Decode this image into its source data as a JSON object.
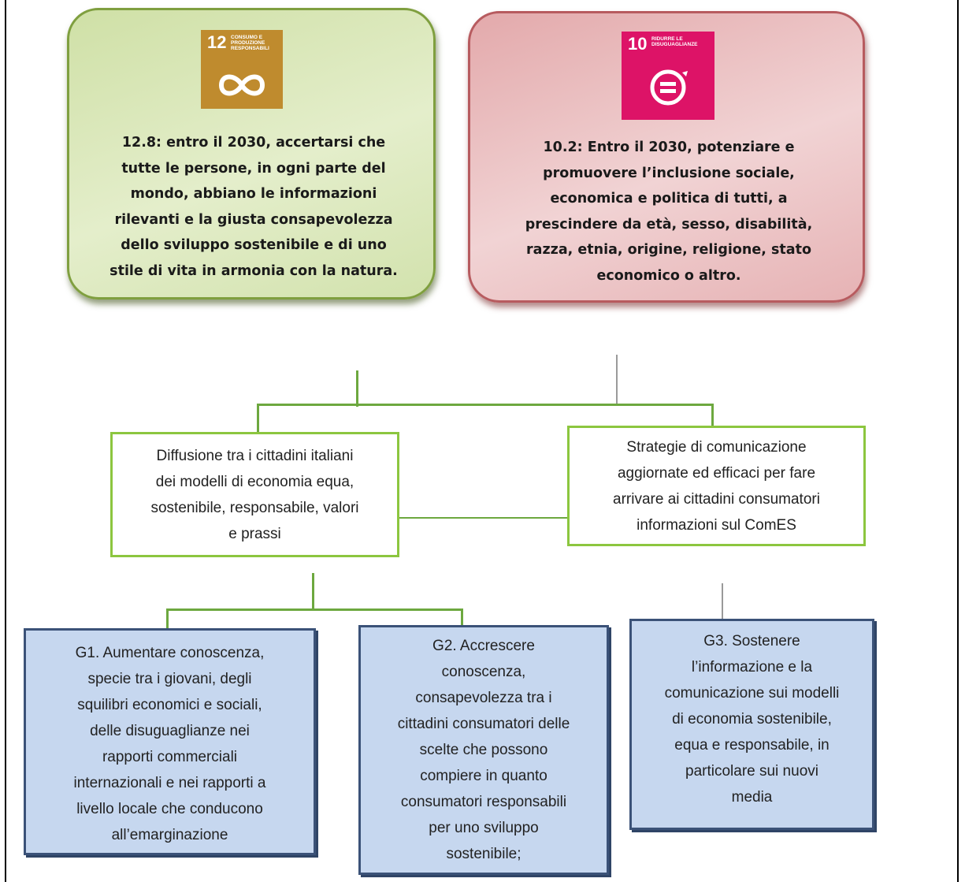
{
  "goals": [
    {
      "id": "sdg12",
      "badge_number": "12",
      "badge_title": "Consumo e produzione responsabili",
      "badge_color": "#bf8b2e",
      "badge_icon": "infinity-icon",
      "card_color": "#d8e6b8",
      "text_lines": [
        "12.8: entro il 2030, accertarsi che",
        "tutte le persone, in ogni parte del",
        "mondo, abbiano le informazioni",
        "rilevanti e la giusta consapevolezza",
        "dello sviluppo sostenibile e di uno",
        "stile di vita in armonia con la natura."
      ]
    },
    {
      "id": "sdg10",
      "badge_number": "10",
      "badge_title": "Ridurre le disuguaglianze",
      "badge_color": "#dd1367",
      "badge_icon": "equality-circle-icon",
      "card_color": "#ecc3c5",
      "text_lines": [
        "10.2: Entro il 2030, potenziare e",
        "promuovere l’inclusione sociale,",
        "economica e politica di tutti, a",
        "prescindere da età, sesso, disabilità,",
        "razza, etnia, origine, religione, stato",
        "economico o altro."
      ]
    }
  ],
  "strategies": [
    {
      "id": "diffusione",
      "text_lines": [
        "Diffusione tra i cittadini italiani",
        "dei modelli di economia equa,",
        "sostenibile, responsabile, valori",
        "e prassi"
      ]
    },
    {
      "id": "strategie",
      "text_lines": [
        "Strategie di comunicazione",
        "aggiornate ed efficaci per fare",
        "arrivare ai cittadini consumatori",
        "informazioni sul ComES"
      ]
    }
  ],
  "objectives": [
    {
      "id": "g1",
      "text_lines": [
        "G1. Aumentare conoscenza,",
        "specie tra i giovani, degli",
        "squilibri economici e sociali,",
        "delle disuguaglianze nei",
        "rapporti commerciali",
        "internazionali e nei rapporti a",
        "livello locale che conducono",
        "all’emarginazione"
      ]
    },
    {
      "id": "g2",
      "text_lines": [
        "G2. Accrescere",
        "conoscenza,",
        "consapevolezza tra i",
        "cittadini consumatori delle",
        "scelte che possono",
        "compiere in quanto",
        "consumatori responsabili",
        "per uno sviluppo",
        "sostenibile;"
      ]
    },
    {
      "id": "g3",
      "text_lines": [
        "G3. Sostenere",
        "l’informazione e la",
        "comunicazione sui modelli",
        "di economia sostenibile,",
        "equa e responsabile, in",
        "particolare sui nuovi",
        "media"
      ]
    }
  ]
}
